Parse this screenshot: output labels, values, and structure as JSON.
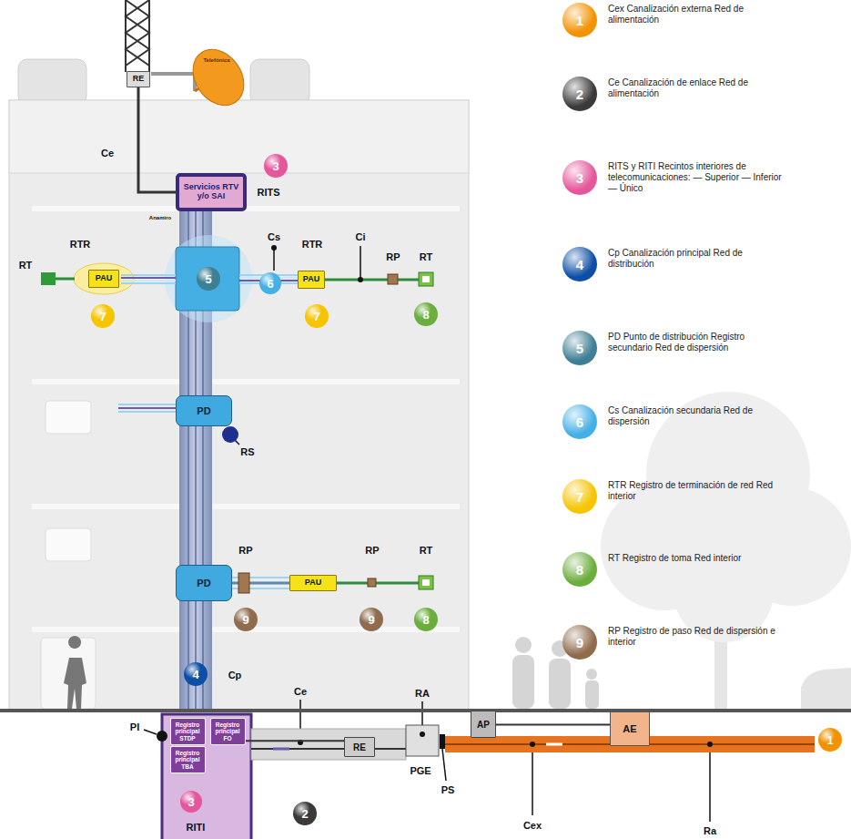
{
  "diagram": {
    "nodes": [
      {
        "text": [
          "RE"
        ]
      },
      {
        "text": [
          "Servicios RTV y/o SAI"
        ]
      },
      {
        "text": [
          "PAU"
        ]
      },
      {
        "text": [
          "PAU"
        ]
      },
      {
        "text": [
          "PD"
        ]
      },
      {
        "text": [
          "PD"
        ]
      },
      {
        "text": [
          "PAU"
        ]
      },
      {
        "text": [
          "Registro principal STDP"
        ]
      },
      {
        "text": [
          "Registro principal FO"
        ]
      },
      {
        "text": [
          "Registro principal TBA"
        ]
      },
      {
        "text": [
          "RE"
        ]
      },
      {
        "text": [
          "AP"
        ]
      },
      {
        "text": [
          "AE"
        ]
      }
    ],
    "edges": [
      {
        "from": 0,
        "to": 1,
        "arrow": "none"
      },
      {
        "from": 5,
        "to": 6,
        "arrow": "none"
      },
      {
        "from": 8,
        "to": 10,
        "arrow": "none"
      },
      {
        "from": 11,
        "to": 12,
        "arrow": "none"
      }
    ],
    "labels": [
      "Telefónica",
      "Ce",
      "3",
      "RITS",
      "Anamiro",
      "RTR",
      "RT",
      "Cs",
      "RTR",
      "Ci",
      "RP",
      "RT",
      "5",
      "6",
      "7",
      "7",
      "8",
      "RS",
      "RP",
      "RP",
      "RT",
      "9",
      "9",
      "8",
      "4",
      "Cp",
      "Ce",
      "RA",
      "PI",
      "PGE",
      "PS",
      "3",
      "RITI",
      "2",
      "Cex",
      "Ra",
      "1",
      "1",
      "2",
      "3",
      "4",
      "5",
      "6",
      "7",
      "8",
      "9"
    ],
    "legend": [
      {
        "text": "Cex Canalización externa Red de alimentación",
        "color": "#f39200"
      },
      {
        "text": "Ce Canalización de enlace Red de alimentación",
        "color": "#3a3a3a"
      },
      {
        "text": "RITS y RITI Recintos interiores de telecomunicaciones: — Superior — Inferior — Único",
        "color": "#e5569b"
      },
      {
        "text": "Cp Canalización principal Red de distribución",
        "color": "#0d4ea6"
      },
      {
        "text": "PD Punto de distribución Registro secundario Red de dispersión",
        "color": "#3d7f95"
      },
      {
        "text": "Cs Canalización secundaria Red de dispersión",
        "color": "#45b0e6"
      },
      {
        "text": "RTR Registro de terminación de red Red interior",
        "color": "#f6c400"
      },
      {
        "text": "RT Registro de toma Red interior",
        "color": "#6cae3e"
      },
      {
        "text": "RP Registro de paso Red de dispersión e interior",
        "color": "#8f6c4e"
      }
    ]
  }
}
